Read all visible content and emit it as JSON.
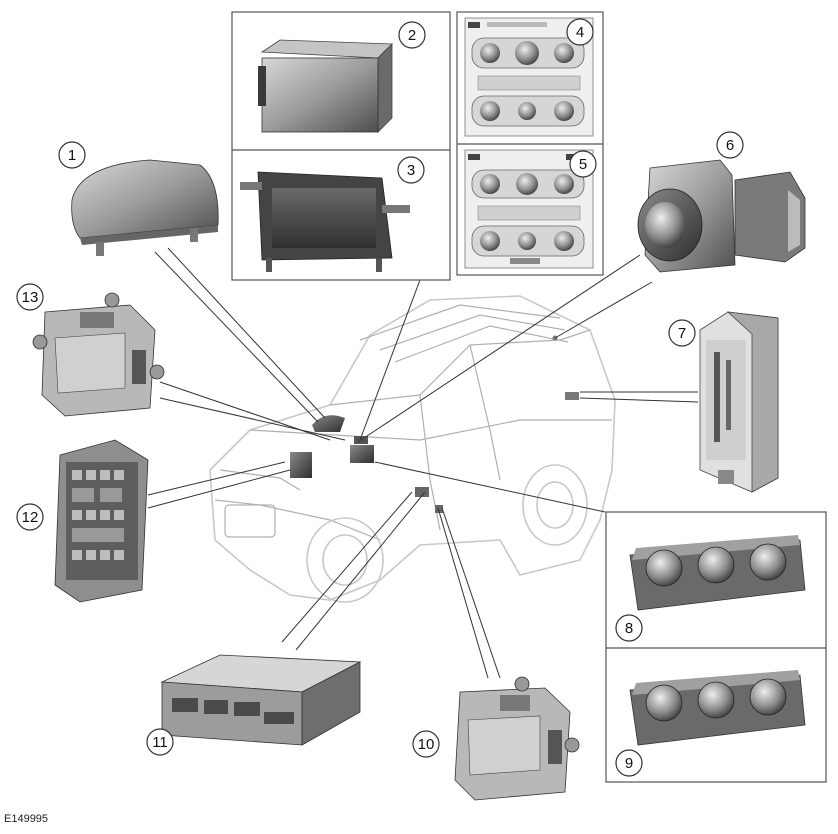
{
  "reference_code": "E149995",
  "callouts": [
    {
      "id": "callout-1",
      "label": "1"
    },
    {
      "id": "callout-2",
      "label": "2"
    },
    {
      "id": "callout-3",
      "label": "3"
    },
    {
      "id": "callout-4",
      "label": "4"
    },
    {
      "id": "callout-5",
      "label": "5"
    },
    {
      "id": "callout-6",
      "label": "6"
    },
    {
      "id": "callout-7",
      "label": "7"
    },
    {
      "id": "callout-8",
      "label": "8"
    },
    {
      "id": "callout-9",
      "label": "9"
    },
    {
      "id": "callout-10",
      "label": "10"
    },
    {
      "id": "callout-11",
      "label": "11"
    },
    {
      "id": "callout-12",
      "label": "12"
    },
    {
      "id": "callout-13",
      "label": "13"
    }
  ],
  "colors": {
    "line": "#333333",
    "component_fill": "#9a9a9a",
    "component_dark": "#5a5a5a",
    "car_outline": "#c8c8c8"
  }
}
